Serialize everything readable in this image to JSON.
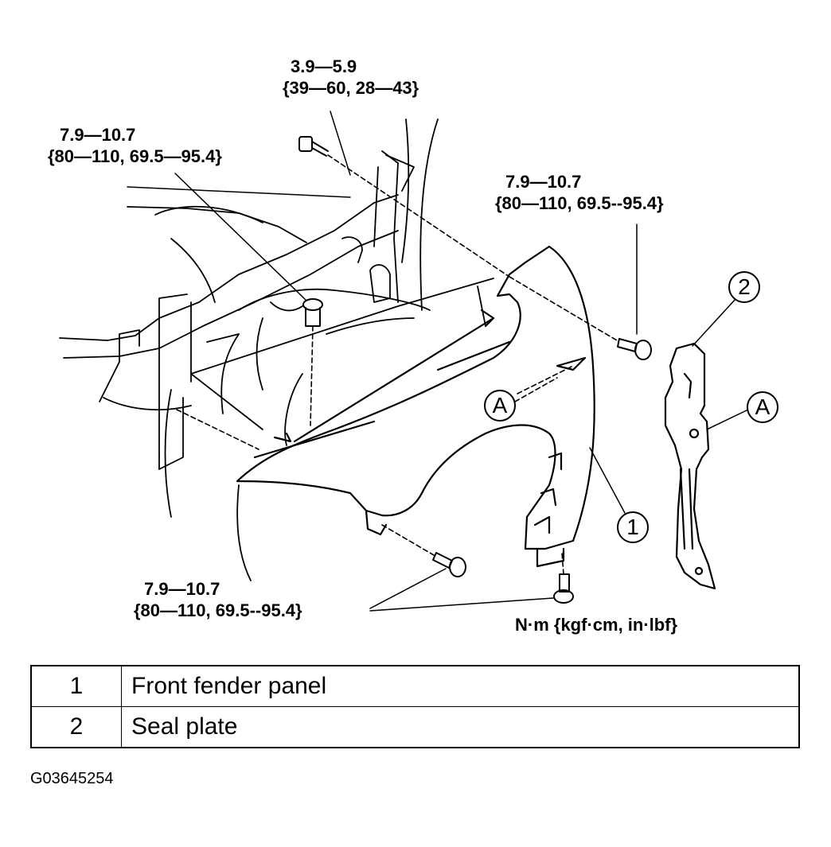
{
  "torque_specs": {
    "top_center": {
      "line1": "3.9—5.9",
      "line2": "{39—60, 28—43}"
    },
    "top_left": {
      "line1": "7.9—10.7",
      "line2": "{80—110, 69.5—95.4}"
    },
    "right": {
      "line1": "7.9—10.7",
      "line2": "{80—110, 69.5--95.4}"
    },
    "bottom": {
      "line1": "7.9—10.7",
      "line2": "{80—110, 69.5--95.4}"
    }
  },
  "unit_label": "N·m {kgf·cm, in·lbf}",
  "callouts": {
    "part1": "1",
    "part2": "2",
    "view_a_left": "A",
    "view_a_right": "A"
  },
  "parts_table": [
    {
      "number": "1",
      "name": "Front fender panel"
    },
    {
      "number": "2",
      "name": "Seal plate"
    }
  ],
  "figure_code": "G03645254",
  "icons": [
    "bolt-icon",
    "fender-panel-drawing",
    "seal-plate-drawing"
  ]
}
